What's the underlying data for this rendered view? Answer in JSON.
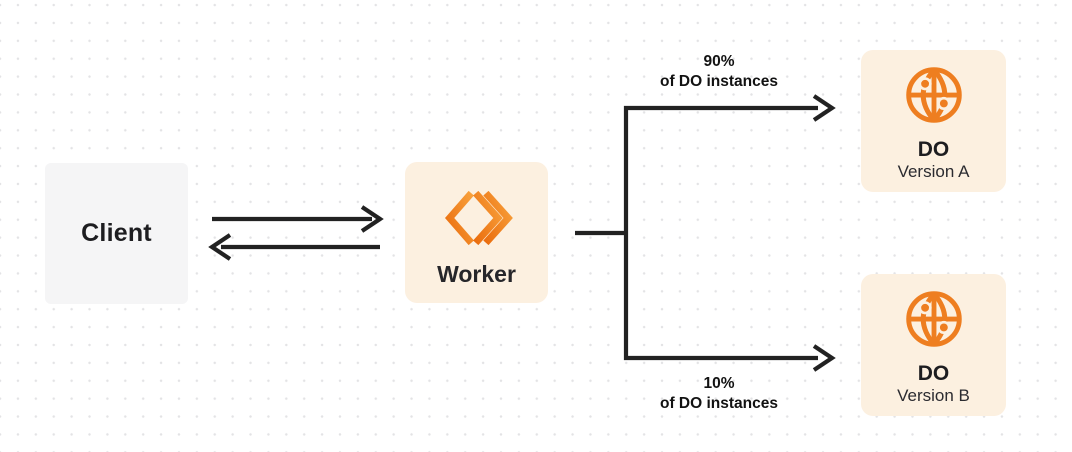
{
  "colors": {
    "background": "#ffffff",
    "grid_dot": "#e3e3e5",
    "line": "#222222",
    "orange": "#ee7e20",
    "orange_light": "#f8a13c",
    "orange_dark": "#ea6d0e",
    "box_cream": "#fcf0e0",
    "box_gray": "#f5f5f6",
    "text_dark": "#1d1d20"
  },
  "nodes": {
    "client": {
      "label": "Client"
    },
    "worker": {
      "label": "Worker",
      "icon": "cloudflare-workers-icon"
    },
    "do_version_a": {
      "title": "DO",
      "subtitle": "Version A",
      "icon": "durable-object-globe-icon"
    },
    "do_version_b": {
      "title": "DO",
      "subtitle": "Version B",
      "icon": "durable-object-globe-icon"
    }
  },
  "edges": {
    "client_worker": {
      "type": "bidirectional-arrows"
    },
    "worker_to_version_a": {
      "percent": "90%",
      "caption": "of DO instances"
    },
    "worker_to_version_b": {
      "percent": "10%",
      "caption": "of DO instances"
    }
  }
}
